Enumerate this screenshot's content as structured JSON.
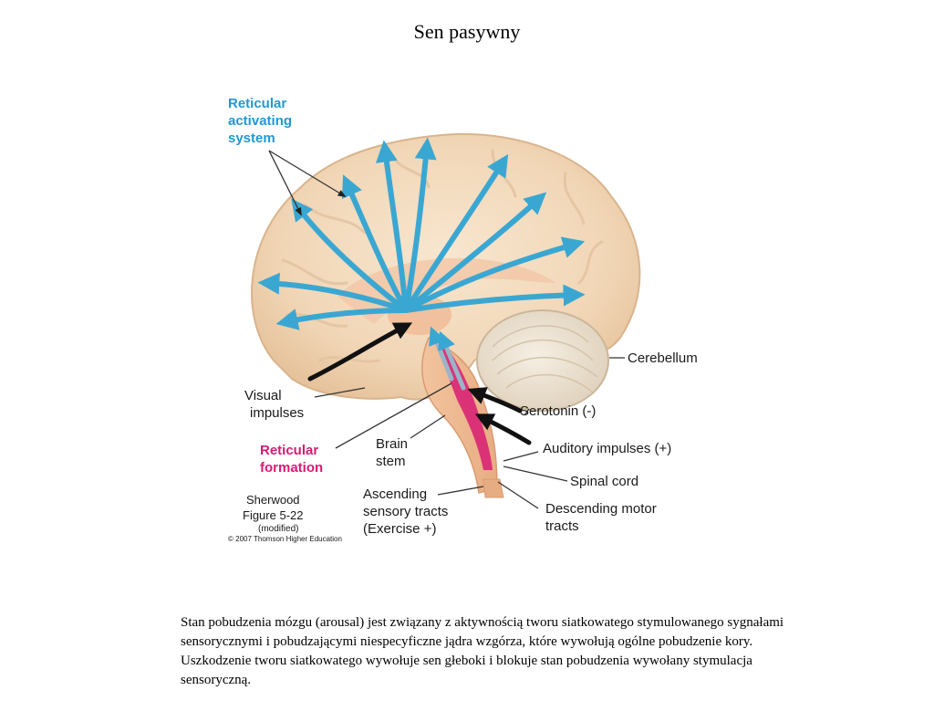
{
  "title": "Sen pasywny",
  "figure": {
    "labels": {
      "ras_line1": "Reticular",
      "ras_line2": "activating",
      "ras_line3": "system",
      "cerebellum": "Cerebellum",
      "visual_line1": "Visual",
      "visual_line2": "impulses",
      "serotonin": "Serotonin (-)",
      "brainstem_line1": "Brain",
      "brainstem_line2": "stem",
      "reticular_line1": "Reticular",
      "reticular_line2": "formation",
      "auditory": "Auditory impulses (+)",
      "spinal_cord": "Spinal cord",
      "ascending_line1": "Ascending",
      "ascending_line2": "sensory tracts",
      "ascending_line3": "(Exercise +)",
      "descending_line1": "Descending motor",
      "descending_line2": "tracts"
    },
    "credit": {
      "line1": "Sherwood",
      "line2": "Figure 5-22",
      "line3": "(modified)",
      "line4": "© 2007 Thomson Higher Education"
    },
    "colors": {
      "arrow_blue": "#3aa7d2",
      "label_blue": "#1e9ad6",
      "label_pink": "#d81b73",
      "brain": "#f4dcc0",
      "cerebellum": "#efe6d6"
    }
  },
  "caption": "Stan pobudzenia mózgu (arousal) jest związany z aktywnością tworu siatkowatego stymulowanego sygnałami sensorycznymi i pobudzającymi niespecyficzne jądra wzgórza, które wywołują ogólne pobudzenie kory. Uszkodzenie tworu siatkowatego wywołuje sen głeboki i blokuje stan pobudzenia wywołany stymulacja sensoryczną."
}
